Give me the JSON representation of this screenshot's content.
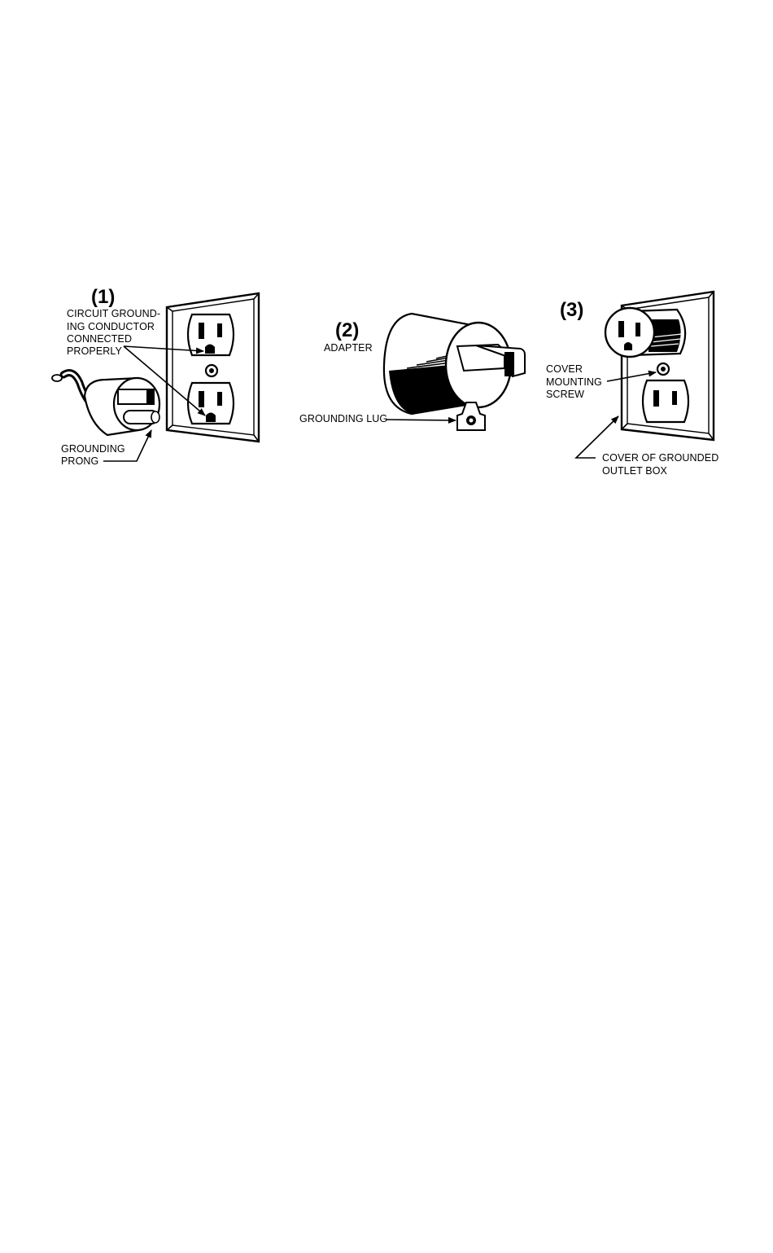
{
  "figure_1": {
    "number": "(1)",
    "callout_conductor": [
      "CIRCUIT GROUND-",
      "ING CONDUCTOR",
      "CONNECTED",
      "PROPERLY"
    ],
    "callout_prong": [
      "GROUNDING",
      "PRONG"
    ]
  },
  "figure_2": {
    "number": "(2)",
    "callout_adapter": "ADAPTER",
    "callout_lug": "GROUNDING LUG"
  },
  "figure_3": {
    "number": "(3)",
    "callout_screw": [
      "COVER",
      "MOUNTING",
      "SCREW"
    ],
    "callout_cover": [
      "COVER OF GROUNDED",
      "OUTLET BOX"
    ]
  },
  "colors": {
    "ink": "#000000",
    "paper": "#ffffff"
  }
}
